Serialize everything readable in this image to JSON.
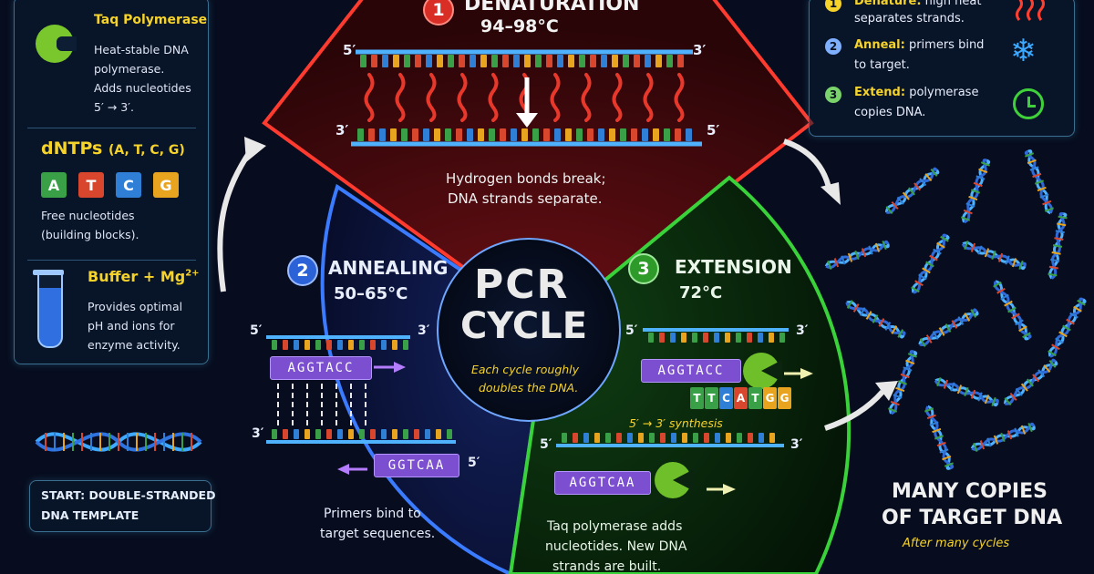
{
  "colors": {
    "denature": "#e03a2f",
    "anneal": "#3e6fe0",
    "extend": "#3fae3a",
    "accent_yellow": "#f6d32a",
    "primer": "#7b4fd0",
    "base_A": "#3aa047",
    "base_T": "#d9462e",
    "base_C": "#2f7fd6",
    "base_G": "#e8a41f"
  },
  "sidebar": {
    "taq": {
      "title": "Taq Polymerase",
      "desc": [
        "Heat-stable DNA",
        "polymerase.",
        "Adds nucleotides",
        "5′ → 3′."
      ],
      "icon": "enzyme-icon"
    },
    "dntps": {
      "title": "dNTPs",
      "bases_label": "(A, T, C, G)",
      "bases": [
        "A",
        "T",
        "C",
        "G"
      ],
      "desc": [
        "Free nucleotides",
        "(building blocks)."
      ]
    },
    "buffer": {
      "title": "Buffer + Mg",
      "sup": "2+",
      "desc": [
        "Provides optimal",
        "pH and ions for",
        "enzyme activity."
      ],
      "icon": "test-tube-icon"
    }
  },
  "start": {
    "label_line1": "START: DOUBLE-STRANDED",
    "label_line2": "DNA TEMPLATE",
    "icon": "dna-helix-icon"
  },
  "center": {
    "title1": "PCR",
    "title2": "CYCLE",
    "note1": "Each cycle roughly",
    "note2": "doubles the DNA."
  },
  "step1": {
    "number": "1",
    "name": "DENATURATION",
    "temp": "94–98°C",
    "end5": "5′",
    "end3": "3′",
    "end3b": "3′",
    "end5b": "5′",
    "desc1": "Hydrogen bonds break;",
    "desc2": "DNA strands separate."
  },
  "step2": {
    "number": "2",
    "name": "ANNEALING",
    "temp": "50–65°C",
    "end5": "5′",
    "end3": "3′",
    "end3b": "3′",
    "end5b": "5′",
    "primer1": "AGGTACC",
    "primer2": "GGTCAA",
    "desc1": "Primers bind to",
    "desc2": "target sequences."
  },
  "step3": {
    "number": "3",
    "name": "EXTENSION",
    "temp": "72°C",
    "end5": "5′",
    "end3": "3′",
    "end5b": "5′",
    "end3b": "3′",
    "primer1": "AGGTACC",
    "new_bases": [
      "T",
      "T",
      "C",
      "A",
      "T",
      "G",
      "G"
    ],
    "synthesis": "5′ → 3′ synthesis",
    "primer2": "AGGTCAA",
    "desc1": "Taq polymerase adds",
    "desc2": "nucleotides. New DNA",
    "desc3": "strands are built."
  },
  "summary": {
    "items": [
      {
        "num": "1",
        "bold": "Denature:",
        "text1": " high heat",
        "text2": "separates strands.",
        "icon": "heat-waves-icon"
      },
      {
        "num": "2",
        "bold": "Anneal:",
        "text1": " primers bind",
        "text2": "to target.",
        "icon": "snowflake-icon"
      },
      {
        "num": "3",
        "bold": "Extend:",
        "text1": " polymerase",
        "text2": "copies DNA.",
        "icon": "clock-icon"
      }
    ]
  },
  "result": {
    "line1": "MANY COPIES",
    "line2": "OF TARGET DNA",
    "note": "After many cycles"
  }
}
